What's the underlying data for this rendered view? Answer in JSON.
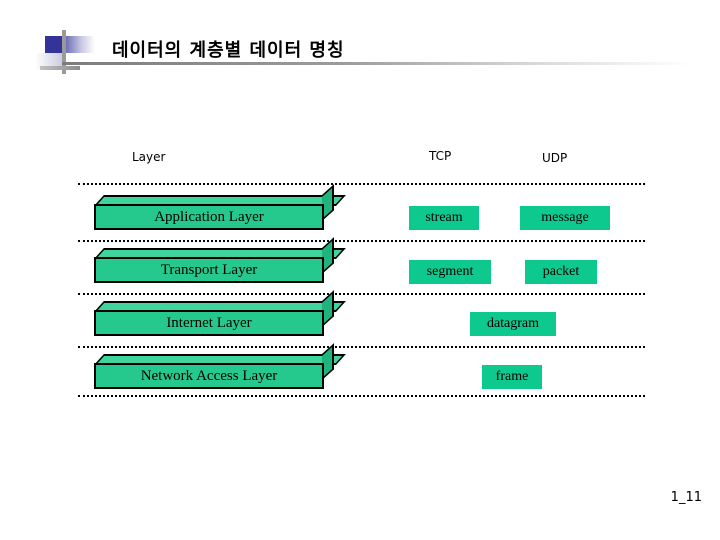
{
  "slide": {
    "title": "데이터의 계층별 데이터 명칭",
    "page_number": "1_11"
  },
  "table": {
    "headers": {
      "layer": "Layer",
      "tcp": "TCP",
      "udp": "UDP"
    },
    "rows": [
      {
        "layer": "Application Layer",
        "tcp": "stream",
        "udp": "message",
        "spanning": null
      },
      {
        "layer": "Transport Layer",
        "tcp": "segment",
        "udp": "packet",
        "spanning": null
      },
      {
        "layer": "Internet Layer",
        "tcp": null,
        "udp": null,
        "spanning": "datagram"
      },
      {
        "layer": "Network Access Layer",
        "tcp": null,
        "udp": null,
        "spanning": "frame"
      }
    ]
  },
  "colors": {
    "box_front": "#26c98d",
    "box_top": "#3fd49b",
    "box_side": "#1fb47e",
    "chip": "#0dc98d",
    "accent_blue": "#333399",
    "rule_gray": "#7c7c7c"
  }
}
